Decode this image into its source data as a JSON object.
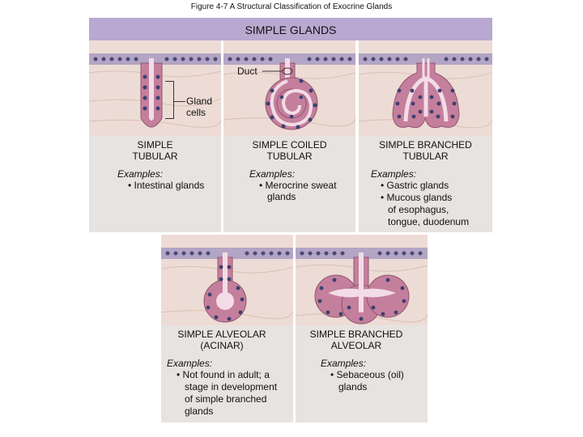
{
  "figure_title": "Figure 4-7 A Structural Classification of Exocrine Glands",
  "banner": "SIMPLE GLANDS",
  "labels": {
    "duct": "Duct",
    "gland_cells_1": "Gland",
    "gland_cells_2": "cells"
  },
  "glands": {
    "simple_tubular": {
      "name_1": "SIMPLE",
      "name_2": "TUBULAR",
      "examples_label": "Examples:",
      "ex_1": "• Intestinal glands"
    },
    "simple_coiled_tubular": {
      "name_1": "SIMPLE COILED",
      "name_2": "TUBULAR",
      "examples_label": "Examples:",
      "ex_1": "• Merocrine sweat",
      "ex_2": "glands"
    },
    "simple_branched_tubular": {
      "name_1": "SIMPLE BRANCHED",
      "name_2": "TUBULAR",
      "examples_label": "Examples:",
      "ex_1": "• Gastric glands",
      "ex_2": "• Mucous glands",
      "ex_3": "of esophagus,",
      "ex_4": "tongue, duodenum"
    },
    "simple_alveolar": {
      "name_1": "SIMPLE ALVEOLAR",
      "name_2": "(ACINAR)",
      "examples_label": "Examples:",
      "ex_1": "• Not found in adult; a",
      "ex_2": "stage in development",
      "ex_3": "of simple branched",
      "ex_4": "glands"
    },
    "simple_branched_alveolar": {
      "name_1": "SIMPLE BRANCHED",
      "name_2": "ALVEOLAR",
      "examples_label": "Examples:",
      "ex_1": "• Sebaceous (oil)",
      "ex_2": "glands"
    }
  },
  "colors": {
    "banner": "#b9a8cf",
    "tissue": "#eddcd5",
    "epithelium": "#b3a5c4",
    "gland_cell": "#c47f9c",
    "lumen": "#f3dce6",
    "nucleus": "#3e3f6e",
    "caption_bg": "#e6e3e1"
  }
}
